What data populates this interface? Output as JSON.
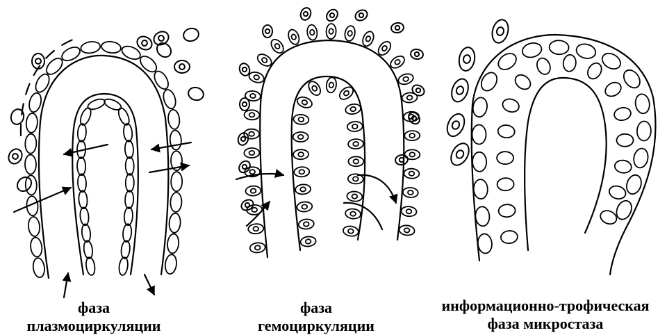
{
  "panels": [
    {
      "caption_line1": "фаза",
      "caption_line2": "плазмоциркуляции"
    },
    {
      "caption_line1": "фаза",
      "caption_line2": "гемоциркуляции"
    },
    {
      "caption_line1": "информационно-трофическая",
      "caption_line2": "фаза  микростаза"
    }
  ],
  "colors": {
    "ink": "#000000",
    "paper": "#ffffff"
  }
}
